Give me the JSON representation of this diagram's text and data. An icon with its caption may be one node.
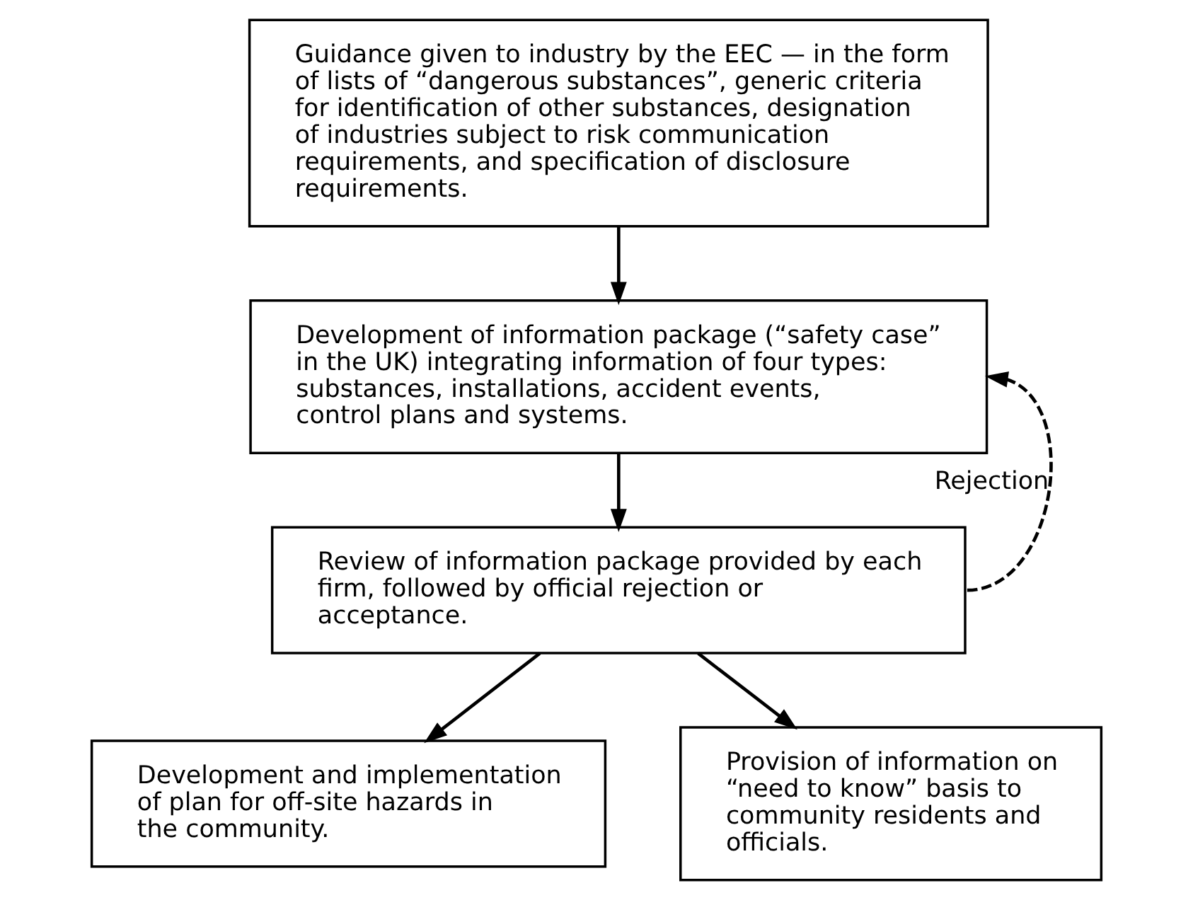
{
  "diagram": {
    "nodes": [
      {
        "text": [
          "Guidance given to industry by the EEC — in the form of lists of “dangerous substances”, generic criteria for identification of other substances, designation of industries subject to risk communication requirements, and specification of disclosure requirements."
        ]
      },
      {
        "text": [
          "Development of information package (“safety case” in the UK) integrating information of four types: substances, installations, accident events, control plans and systems."
        ]
      },
      {
        "text": [
          "Review of information package provided by each firm, followed by official rejection or acceptance."
        ]
      },
      {
        "text": [
          "Development and implementation of plan for off-site hazards in the community."
        ]
      },
      {
        "text": [
          "Provision of information on “need to know” basis to community residents and officials."
        ]
      }
    ],
    "edges": [
      {
        "from": 0,
        "to": 1,
        "arrow": "to"
      },
      {
        "from": 1,
        "to": 2,
        "arrow": "to"
      },
      {
        "from": 2,
        "to": 3,
        "arrow": "to"
      },
      {
        "from": 2,
        "to": 4,
        "arrow": "to"
      },
      {
        "from": 2,
        "to": 1,
        "arrow": "to",
        "label": "Rejection",
        "style": "dashed"
      }
    ]
  }
}
